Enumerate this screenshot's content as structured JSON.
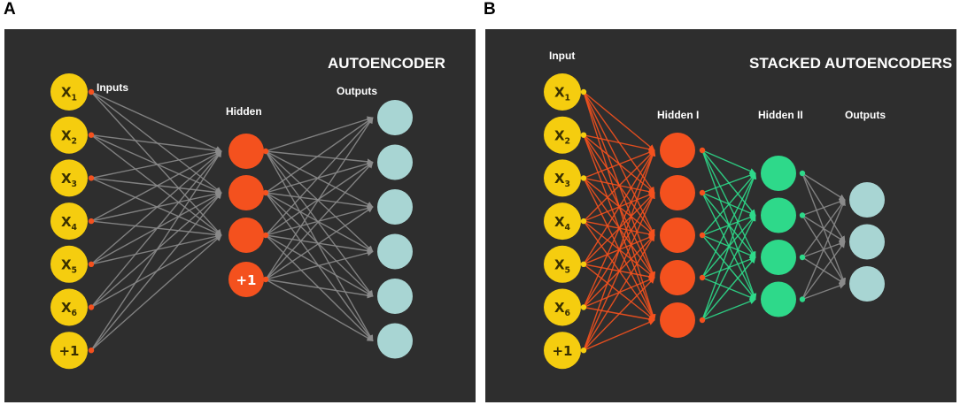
{
  "panel_a": {
    "letter": "A",
    "title": "AUTOENCODER",
    "labels": {
      "inputs": "Inputs",
      "hidden": "Hidden",
      "outputs": "Outputs"
    },
    "input_nodes": [
      {
        "base": "X",
        "sub": "1"
      },
      {
        "base": "X",
        "sub": "2"
      },
      {
        "base": "X",
        "sub": "3"
      },
      {
        "base": "X",
        "sub": "4"
      },
      {
        "base": "X",
        "sub": "5"
      },
      {
        "base": "X",
        "sub": "6"
      },
      {
        "base": "+1",
        "sub": ""
      }
    ],
    "hidden_nodes": [
      "",
      "",
      "",
      "+1"
    ],
    "output_count": 6
  },
  "panel_b": {
    "letter": "B",
    "title": "STACKED AUTOENCODERS",
    "labels": {
      "input": "Input",
      "hidden1": "Hidden I",
      "hidden2": "Hidden II",
      "outputs": "Outputs"
    },
    "input_nodes": [
      {
        "base": "X",
        "sub": "1"
      },
      {
        "base": "X",
        "sub": "2"
      },
      {
        "base": "X",
        "sub": "3"
      },
      {
        "base": "X",
        "sub": "4"
      },
      {
        "base": "X",
        "sub": "5"
      },
      {
        "base": "X",
        "sub": "6"
      },
      {
        "base": "+1",
        "sub": ""
      }
    ],
    "hidden1_count": 5,
    "hidden2_count": 4,
    "output_count": 3
  },
  "colors": {
    "background": "#2e2e2e",
    "input_node": "#f5cd0f",
    "hidden_node": "#f4511e",
    "hidden2_node": "#2ed98a",
    "output_node": "#a8d5d3",
    "gray_edge": "#8a8a8a",
    "orange_edge": "#f4511e",
    "green_edge": "#2ed98a",
    "dot_orange": "#f4511e",
    "dot_yellow": "#f5cd0f",
    "dot_green": "#2ed98a",
    "label_text": "#ffffff",
    "node_text": "#3a3000"
  }
}
